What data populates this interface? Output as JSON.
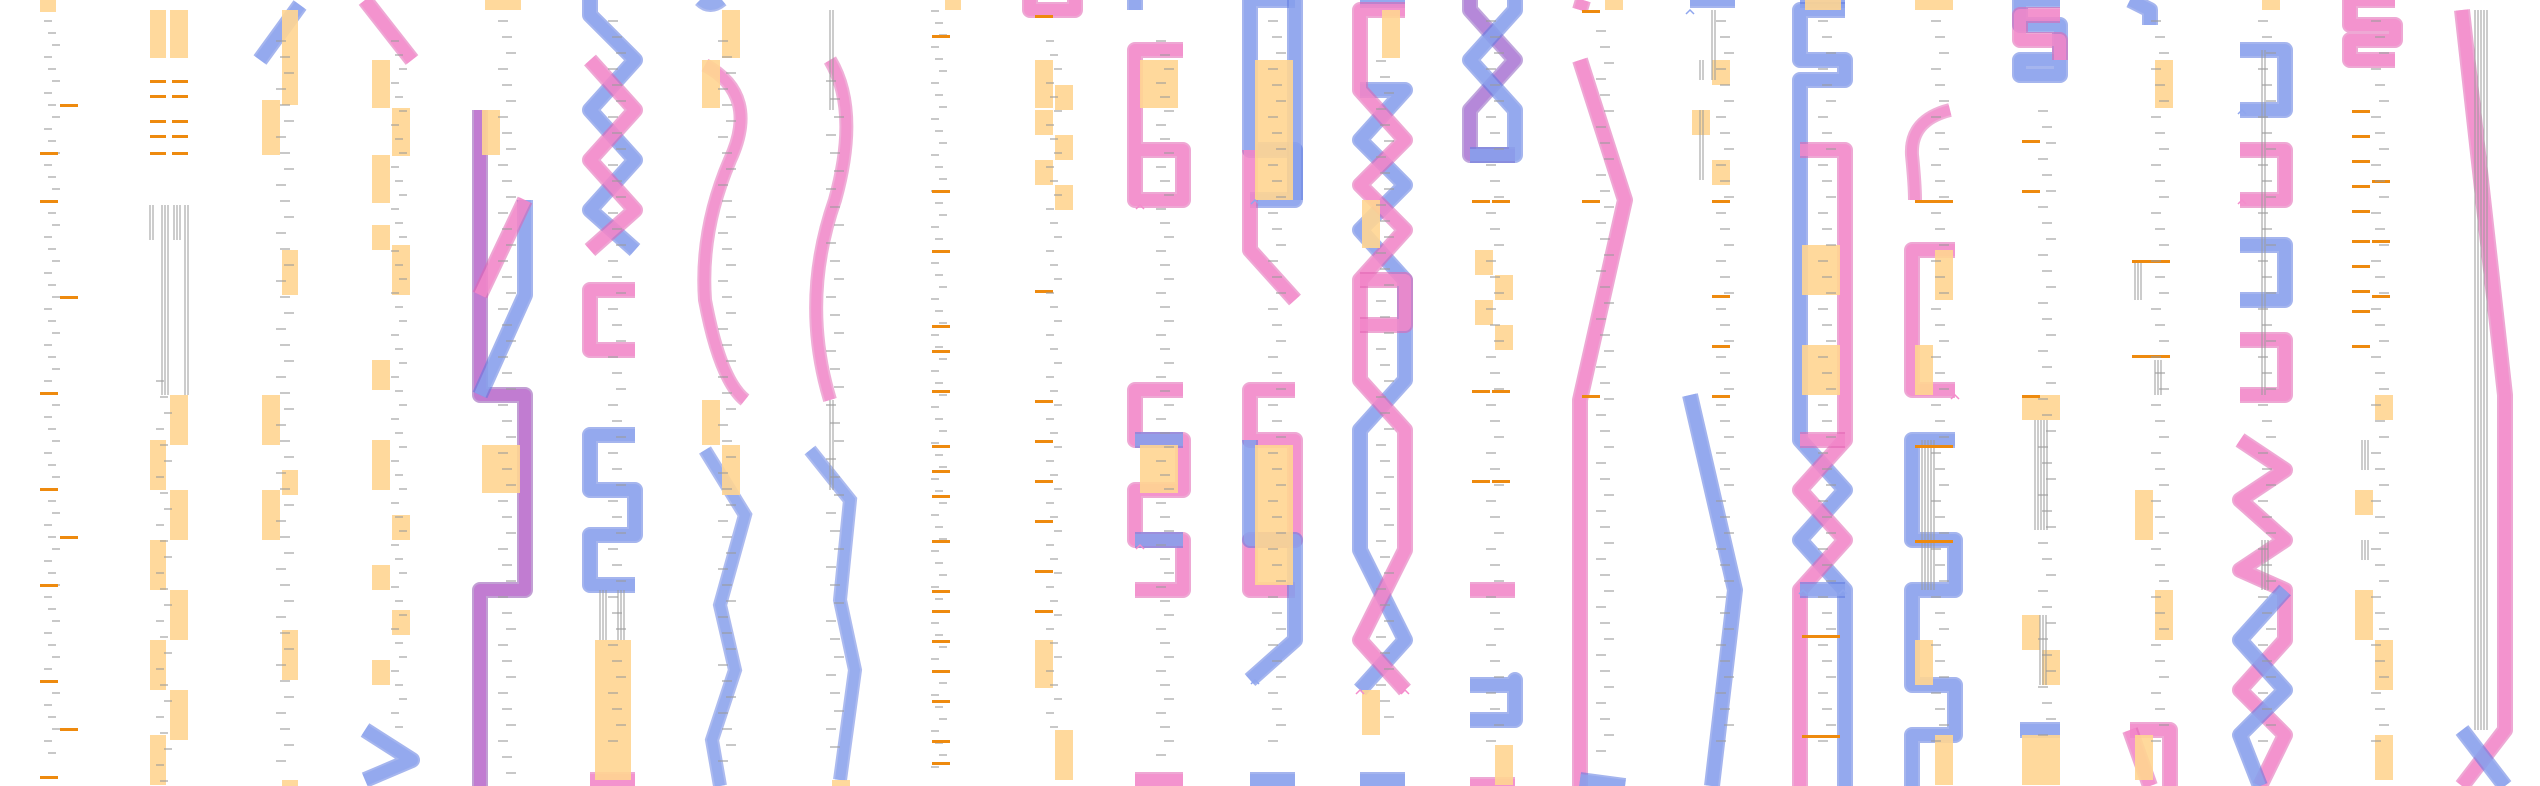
{
  "diagram": {
    "colors": {
      "pink": "#f48ccc",
      "pink_edge": "#e060b0",
      "blue": "#8fa6ee",
      "blue_edge": "#5b78e0",
      "orange_fill": "#ffd591",
      "orange_bar": "#ee8a0e",
      "grey_line": "#9a9a9a",
      "tick_text": "#9a9a9a"
    },
    "label_text": "",
    "columns": [
      {
        "id": 1,
        "ribbons": [],
        "blocks": [
          "yellow-left-col-top"
        ],
        "dashes": 12
      },
      {
        "id": 2,
        "ribbons": [],
        "blocks": [
          "yellow-pairs"
        ],
        "dashes": 6
      },
      {
        "id": 3,
        "ribbons": [
          "blue-diagonal"
        ],
        "blocks": [
          "yellow-single"
        ],
        "dashes": 3
      },
      {
        "id": 4,
        "ribbons": [
          "pink-diagonal"
        ],
        "blocks": [
          "yellow-stack"
        ],
        "dashes": 2
      },
      {
        "id": 5,
        "ribbons": [
          "purple-bracket"
        ],
        "blocks": [
          "yellow"
        ],
        "dashes": 2
      },
      {
        "id": 6,
        "ribbons": [
          "blue-zigzag",
          "pink-stairs"
        ],
        "blocks": [
          "yellow-low"
        ],
        "dashes": 2
      },
      {
        "id": 7,
        "ribbons": [
          "pink-wave",
          "blue-wave"
        ],
        "blocks": [
          "yellow"
        ],
        "dashes": 2
      },
      {
        "id": 8,
        "ribbons": [
          "pink-wave",
          "blue-wave"
        ],
        "blocks": [],
        "dashes": 1
      },
      {
        "id": 9,
        "ribbons": [],
        "blocks": [],
        "dashes": 18
      },
      {
        "id": 10,
        "ribbons": [],
        "blocks": [
          "yellow-checker"
        ],
        "dashes": 10
      },
      {
        "id": 11,
        "ribbons": [
          "pink-box",
          "blue-box"
        ],
        "blocks": [
          "yellow"
        ],
        "dashes": 2
      },
      {
        "id": 12,
        "ribbons": [
          "blue-box",
          "pink-box"
        ],
        "blocks": [
          "yellow"
        ],
        "dashes": 2
      },
      {
        "id": 13,
        "ribbons": [
          "blue-zigzag",
          "pink-zigzag"
        ],
        "blocks": [
          "yellow"
        ],
        "dashes": 2
      },
      {
        "id": 14,
        "ribbons": [
          "purple-x"
        ],
        "blocks": [
          "yellow-checker"
        ],
        "dashes": 4
      },
      {
        "id": 15,
        "ribbons": [
          "pink-long-diagonal"
        ],
        "blocks": [],
        "dashes": 2
      },
      {
        "id": 16,
        "ribbons": [
          "blue-long-diagonal"
        ],
        "blocks": [
          "yellow"
        ],
        "dashes": 5
      },
      {
        "id": 17,
        "ribbons": [
          "blue-box",
          "pink-box"
        ],
        "blocks": [
          "yellow"
        ],
        "dashes": 3
      },
      {
        "id": 18,
        "ribbons": [
          "pink-box",
          "blue-box"
        ],
        "blocks": [
          "yellow"
        ],
        "dashes": 2
      },
      {
        "id": 19,
        "ribbons": [
          "pink-stairs",
          "blue-stairs"
        ],
        "blocks": [
          "yellow"
        ],
        "dashes": 4
      },
      {
        "id": 20,
        "ribbons": [
          "pink-box"
        ],
        "blocks": [
          "yellow"
        ],
        "dashes": 5
      },
      {
        "id": 21,
        "ribbons": [
          "blue-box",
          "pink-zigzag",
          "blue-zigzag"
        ],
        "blocks": [],
        "dashes": 1
      },
      {
        "id": 22,
        "ribbons": [
          "pink-stairs"
        ],
        "blocks": [
          "yellow"
        ],
        "dashes": 11
      },
      {
        "id": 23,
        "ribbons": [
          "pink-long-diagonal"
        ],
        "blocks": [],
        "dashes": 0
      }
    ]
  }
}
